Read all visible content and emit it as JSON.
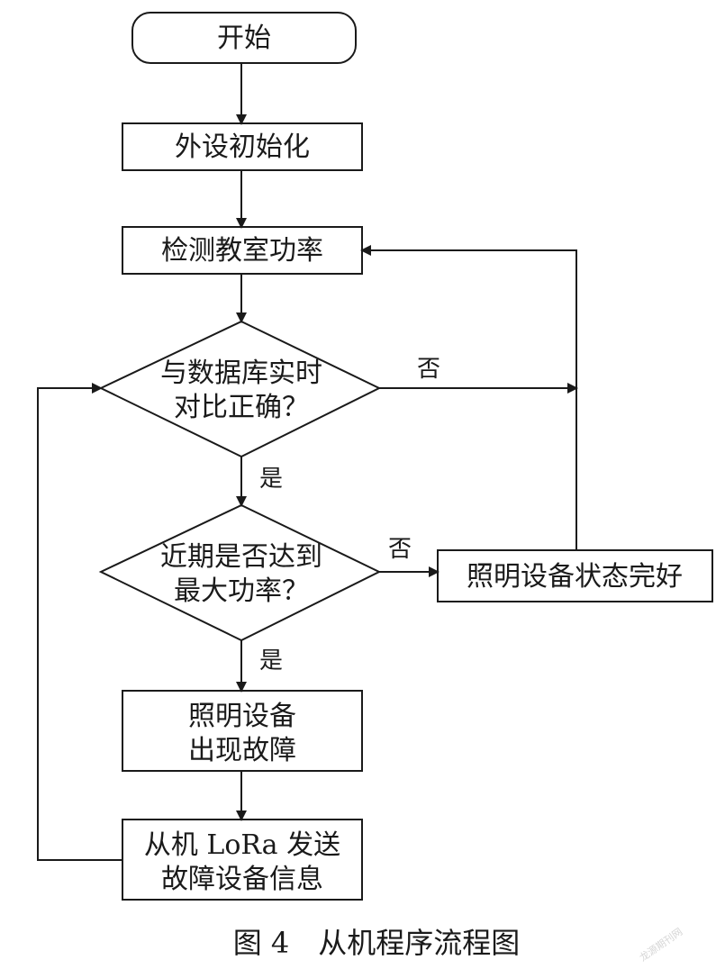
{
  "nodes": {
    "start": "开始",
    "init": "外设初始化",
    "detect": "检测教室功率",
    "compare_line1": "与数据库实时",
    "compare_line2": "对比正确？",
    "maxpower_line1": "近期是否达到",
    "maxpower_line2": "最大功率？",
    "fault_line1": "照明设备",
    "fault_line2": "出现故障",
    "send_line1": "从机 LoRa 发送",
    "send_line2": "故障设备信息",
    "good": "照明设备状态完好"
  },
  "edge_labels": {
    "compare_no": "否",
    "compare_yes": "是",
    "maxpower_no": "否",
    "maxpower_yes": "是"
  },
  "caption": "图 4　从机程序流程图",
  "watermark": "龙源期刊网"
}
